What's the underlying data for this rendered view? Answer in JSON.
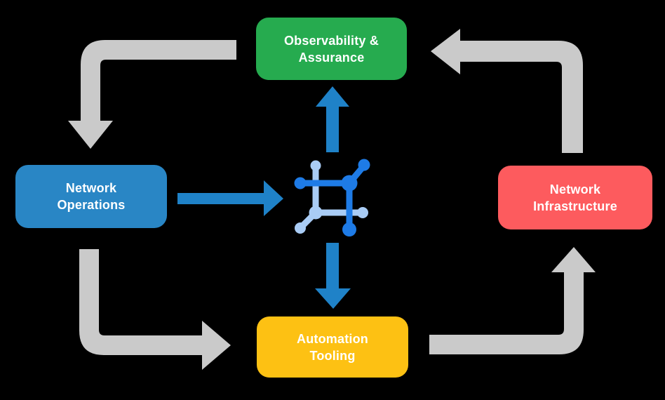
{
  "background": "#000000",
  "colors": {
    "arrow_gray": "#CACACA",
    "arrow_blue": "#1F82C8",
    "icon_dark": "#1E7BE6",
    "icon_light": "#A9CCF5",
    "text": "#FFFFFF"
  },
  "nodes": {
    "observability": {
      "line1": "Observability &",
      "line2": "Assurance",
      "color": "#26AB4F"
    },
    "operations": {
      "line1": "Network",
      "line2": "Operations",
      "color": "#2986C5"
    },
    "infrastructure": {
      "line1": "Network",
      "line2": "Infrastructure",
      "color": "#FD5B5E"
    },
    "automation": {
      "line1": "Automation",
      "line2": "Tooling",
      "color": "#FDC113"
    }
  },
  "center_icon": {
    "name": "network-mesh-icon"
  },
  "flows": [
    {
      "from": "Observability & Assurance",
      "to": "Network Operations",
      "style": "gray-curved"
    },
    {
      "from": "Network Operations",
      "to": "Automation Tooling",
      "style": "gray-curved"
    },
    {
      "from": "Automation Tooling",
      "to": "Network Infrastructure",
      "style": "gray-curved"
    },
    {
      "from": "Network Infrastructure",
      "to": "Observability & Assurance",
      "style": "gray-curved"
    },
    {
      "from": "Network Operations",
      "to": "center-icon",
      "style": "blue-straight"
    },
    {
      "from": "center-icon",
      "to": "Observability & Assurance",
      "style": "blue-straight"
    },
    {
      "from": "center-icon",
      "to": "Automation Tooling",
      "style": "blue-straight"
    }
  ]
}
